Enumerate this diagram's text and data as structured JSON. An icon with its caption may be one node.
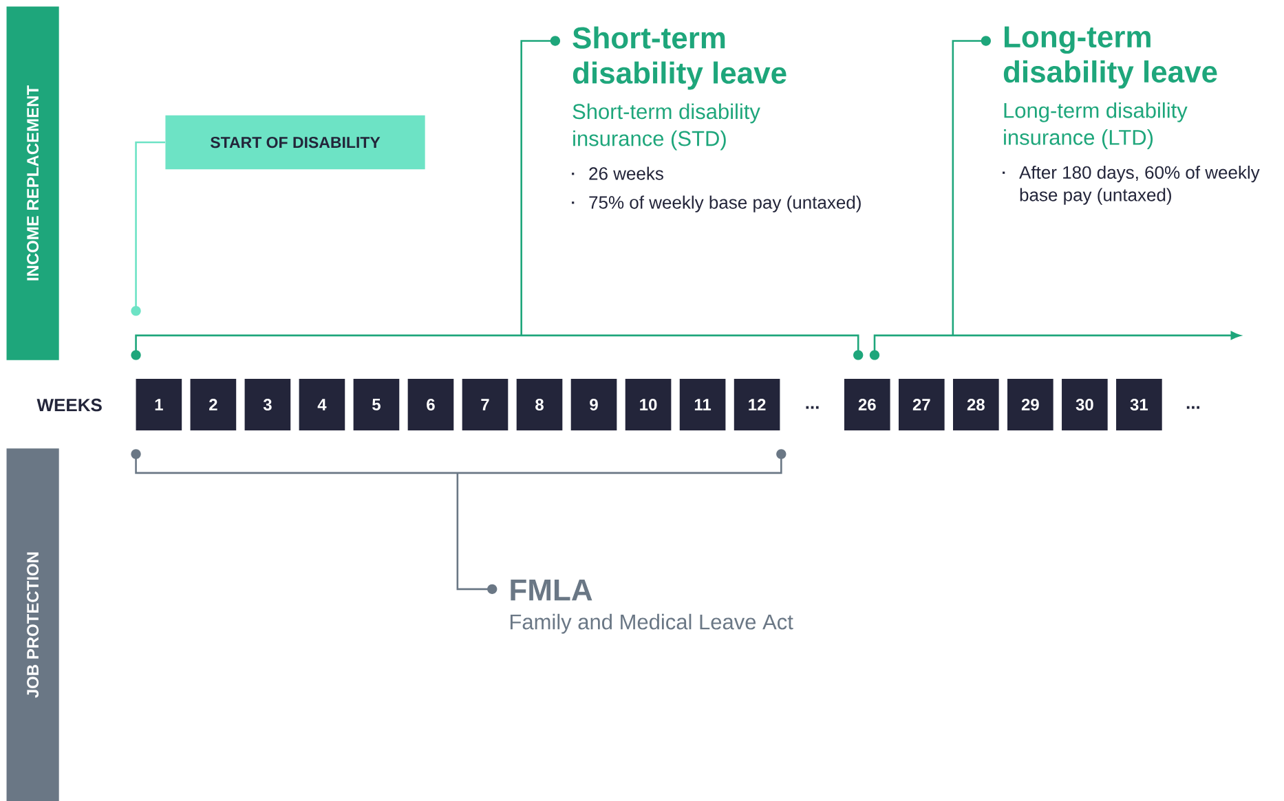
{
  "diagram": {
    "nodes": [
      {
        "text": [
          "INCOME REPLACEMENT"
        ]
      },
      {
        "text": [
          "JOB PROTECTION"
        ]
      },
      {
        "text": [
          "START OF DISABILITY"
        ]
      },
      {
        "text": [
          "Short-term disability leave",
          "Short-term disability insurance (STD)",
          "26 weeks",
          "75% of weekly base pay (untaxed)"
        ]
      },
      {
        "text": [
          "Long-term disability leave",
          "Long-term disability insurance (LTD)",
          "After 180 days, 60% of weekly base pay (untaxed)"
        ]
      },
      {
        "text": [
          "FMLA",
          "Family and Medical Leave Act"
        ]
      },
      {
        "text": [
          "1"
        ]
      },
      {
        "text": [
          "2"
        ]
      },
      {
        "text": [
          "3"
        ]
      },
      {
        "text": [
          "4"
        ]
      },
      {
        "text": [
          "5"
        ]
      },
      {
        "text": [
          "6"
        ]
      },
      {
        "text": [
          "7"
        ]
      },
      {
        "text": [
          "8"
        ]
      },
      {
        "text": [
          "9"
        ]
      },
      {
        "text": [
          "10"
        ]
      },
      {
        "text": [
          "11"
        ]
      },
      {
        "text": [
          "12"
        ]
      },
      {
        "text": [
          "26"
        ]
      },
      {
        "text": [
          "27"
        ]
      },
      {
        "text": [
          "28"
        ]
      },
      {
        "text": [
          "29"
        ]
      },
      {
        "text": [
          "30"
        ]
      },
      {
        "text": [
          "31"
        ]
      },
      {
        "text": [],
        "shape": "bracket"
      },
      {
        "text": [],
        "shape": "arrow"
      },
      {
        "text": [],
        "shape": "bracket"
      }
    ],
    "edges": [
      {
        "from": null,
        "to": 2,
        "arrow": "other",
        "color": "#6de3c5"
      },
      {
        "from": 3,
        "to": 24,
        "arrow": "other"
      },
      {
        "from": 4,
        "to": 25,
        "arrow": "other"
      },
      {
        "from": 5,
        "to": 26,
        "arrow": "other",
        "color": "#6a7785"
      }
    ],
    "labels": [
      "WEEKS",
      "...",
      "..."
    ]
  }
}
